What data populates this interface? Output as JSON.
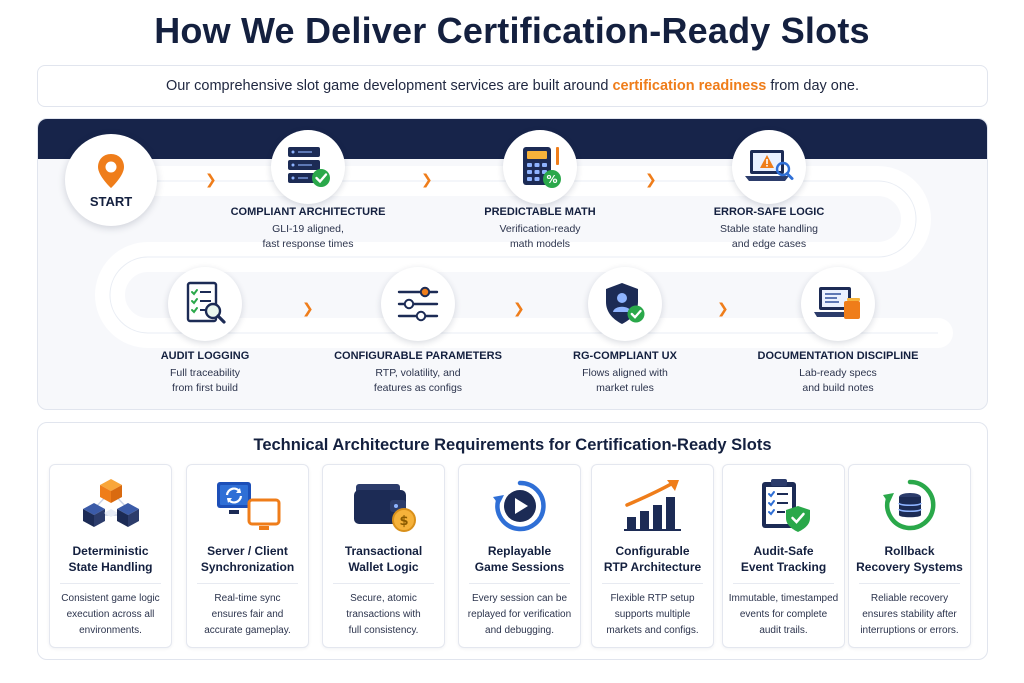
{
  "header": {
    "title": "How We Deliver Certification-Ready Slots",
    "intro_before": "Our comprehensive slot game development services are built around",
    "intro_highlight": "certification readiness",
    "intro_after": "from day one."
  },
  "process": {
    "start_label": "START",
    "steps": [
      {
        "title": "COMPLIANT ARCHITECTURE",
        "line1": "GLI-19 aligned,",
        "line2": "fast response times",
        "icon": "server-check-icon"
      },
      {
        "title": "PREDICTABLE MATH",
        "line1": "Verification-ready",
        "line2": "math models",
        "icon": "calculator-icon"
      },
      {
        "title": "ERROR-SAFE LOGIC",
        "line1": "Stable state handling",
        "line2": "and edge cases",
        "icon": "laptop-warning-icon"
      },
      {
        "title": "AUDIT LOGGING",
        "line1": "Full traceability",
        "line2": "from first build",
        "icon": "checklist-magnifier-icon"
      },
      {
        "title": "CONFIGURABLE PARAMETERS",
        "line1": "RTP, volatility, and",
        "line2": "features as configs",
        "icon": "sliders-icon"
      },
      {
        "title": "RG-COMPLIANT UX",
        "line1": "Flows aligned with",
        "line2": "market rules",
        "icon": "shield-user-icon"
      },
      {
        "title": "DOCUMENTATION DISCIPLINE",
        "line1": "Lab-ready specs",
        "line2": "and build notes",
        "icon": "laptop-docs-icon"
      }
    ]
  },
  "tech": {
    "title": "Technical Architecture Requirements for Certification-Ready Slots",
    "cards": [
      {
        "t1": "Deterministic",
        "t2": "State Handling",
        "d1": "Consistent game logic",
        "d2": "execution across all",
        "d3": "environments.",
        "icon": "cubes-icon"
      },
      {
        "t1": "Server / Client",
        "t2": "Synchronization",
        "d1": "Real-time sync",
        "d2": "ensures fair and",
        "d3": "accurate gameplay.",
        "icon": "sync-screens-icon"
      },
      {
        "t1": "Transactional",
        "t2": "Wallet Logic",
        "d1": "Secure, atomic",
        "d2": "transactions with",
        "d3": "full consistency.",
        "icon": "wallet-icon"
      },
      {
        "t1": "Replayable",
        "t2": "Game Sessions",
        "d1": "Every session can be",
        "d2": "replayed for verification",
        "d3": "and debugging.",
        "icon": "replay-icon"
      },
      {
        "t1": "Configurable",
        "t2": "RTP Architecture",
        "d1": "Flexible RTP setup",
        "d2": "supports multiple",
        "d3": "markets and configs.",
        "icon": "bar-chart-icon"
      },
      {
        "t1": "Audit-Safe",
        "t2": "Event Tracking",
        "d1": "Immutable, timestamped",
        "d2": "events for complete",
        "d3": "audit trails.",
        "icon": "clipboard-shield-icon"
      },
      {
        "t1": "Rollback",
        "t2": "Recovery Systems",
        "d1": "Reliable recovery",
        "d2": "ensures stability after",
        "d3": "interruptions or errors.",
        "icon": "database-refresh-icon"
      }
    ]
  },
  "colors": {
    "navy": "#17244a",
    "accent": "#ef7d1a",
    "green": "#2aa84a",
    "blue": "#2f6fd6"
  }
}
